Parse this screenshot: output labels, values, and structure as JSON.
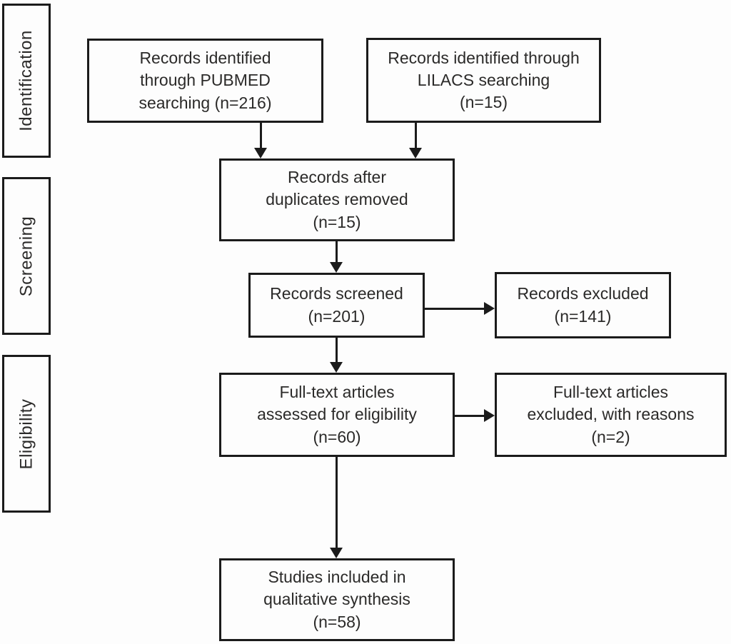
{
  "colors": {
    "stroke": "#1b1b1b",
    "text": "#2b2a29",
    "background": "#fdfdfd"
  },
  "stages": [
    {
      "label": "Identification"
    },
    {
      "label": "Screening"
    },
    {
      "label": "Eligibility"
    }
  ],
  "flow": {
    "pubmed": {
      "text": "Records identified\nthrough PUBMED\nsearching (n=216)",
      "n": 216
    },
    "lilacs": {
      "text": "Records identified through\nLILACS searching\n(n=15)",
      "n": 15
    },
    "duplicates": {
      "text": "Records after\nduplicates removed\n(n=15)",
      "n": 15
    },
    "screened": {
      "text": "Records screened\n(n=201)",
      "n": 201
    },
    "excluded": {
      "text": "Records excluded\n(n=141)",
      "n": 141
    },
    "fulltext": {
      "text": "Full-text articles\nassessed for eligibility\n(n=60)",
      "n": 60
    },
    "ft_excluded": {
      "text": "Full-text articles\nexcluded, with reasons\n(n=2)",
      "n": 2
    },
    "included": {
      "text": "Studies included in\nqualitative synthesis\n(n=58)",
      "n": 58
    }
  }
}
